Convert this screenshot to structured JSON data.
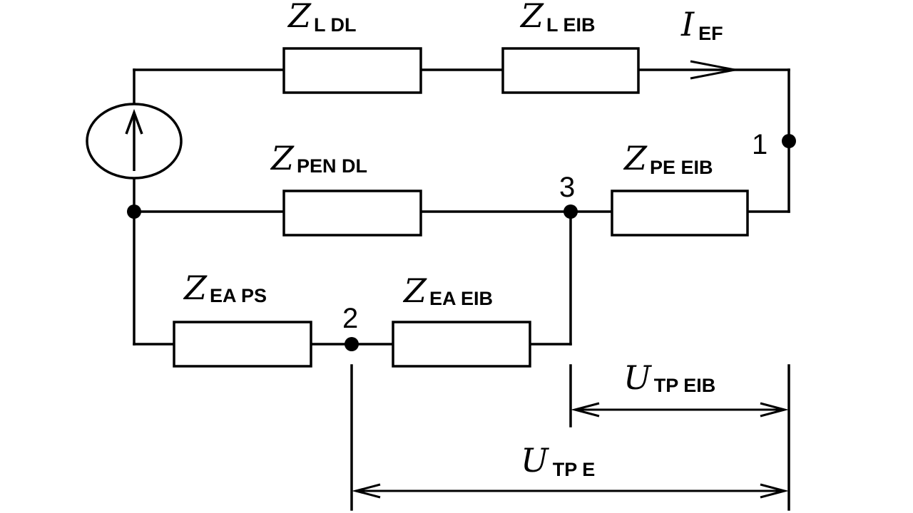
{
  "labels": {
    "z_l_dl": {
      "main": "Z",
      "sub": "L DL"
    },
    "z_l_eib": {
      "main": "Z",
      "sub": "L EIB"
    },
    "i_ef": {
      "main": "I",
      "sub": "EF"
    },
    "z_pen_dl": {
      "main": "Z",
      "sub": "PEN DL"
    },
    "z_pe_eib": {
      "main": "Z",
      "sub": "PE EIB"
    },
    "z_ea_ps": {
      "main": "Z",
      "sub": "EA PS"
    },
    "z_ea_eib": {
      "main": "Z",
      "sub": "EA EIB"
    },
    "u_tp_eib": {
      "main": "U",
      "sub": "TP EIB"
    },
    "u_tp_e": {
      "main": "U",
      "sub": "TP E"
    }
  },
  "nodes": {
    "n1": "1",
    "n2": "2",
    "n3": "3"
  }
}
